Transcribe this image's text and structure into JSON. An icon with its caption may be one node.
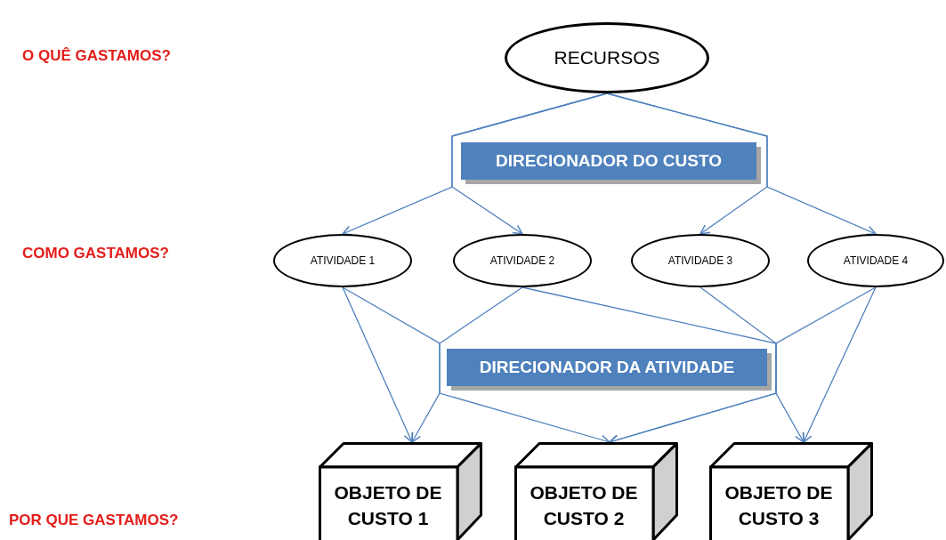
{
  "diagram": {
    "nodes": [
      {
        "text": [
          "RECURSOS"
        ]
      },
      {
        "text": [
          "DIRECIONADOR DO CUSTO"
        ]
      },
      {
        "text": [
          "ATIVIDADE 1"
        ]
      },
      {
        "text": [
          "ATIVIDADE 2"
        ]
      },
      {
        "text": [
          "ATIVIDADE 3"
        ]
      },
      {
        "text": [
          "ATIVIDADE 4"
        ]
      },
      {
        "text": [
          "DIRECIONADOR DA ATIVIDADE"
        ]
      },
      {
        "text": [
          "OBJETO DE CUSTO 1"
        ]
      },
      {
        "text": [
          "OBJETO DE CUSTO 2"
        ]
      },
      {
        "text": [
          "OBJETO DE CUSTO 3"
        ]
      }
    ],
    "edges": [
      {
        "from": 0,
        "to": 2,
        "arrow": "to"
      },
      {
        "from": 0,
        "to": 3,
        "arrow": "to"
      },
      {
        "from": 0,
        "to": 4,
        "arrow": "to"
      },
      {
        "from": 0,
        "to": 5,
        "arrow": "to"
      },
      {
        "from": 2,
        "to": 7,
        "arrow": "to"
      },
      {
        "from": 2,
        "to": 8,
        "arrow": "to"
      },
      {
        "from": 3,
        "to": 7,
        "arrow": "to"
      },
      {
        "from": 3,
        "to": 9,
        "arrow": "to"
      },
      {
        "from": 4,
        "to": 8,
        "arrow": "to"
      },
      {
        "from": 5,
        "to": 8,
        "arrow": "to"
      },
      {
        "from": 5,
        "to": 9,
        "arrow": "to"
      }
    ],
    "labels": [
      "O QUÊ GASTAMOS?",
      "COMO GASTAMOS?",
      "POR QUE GASTAMOS?"
    ]
  }
}
